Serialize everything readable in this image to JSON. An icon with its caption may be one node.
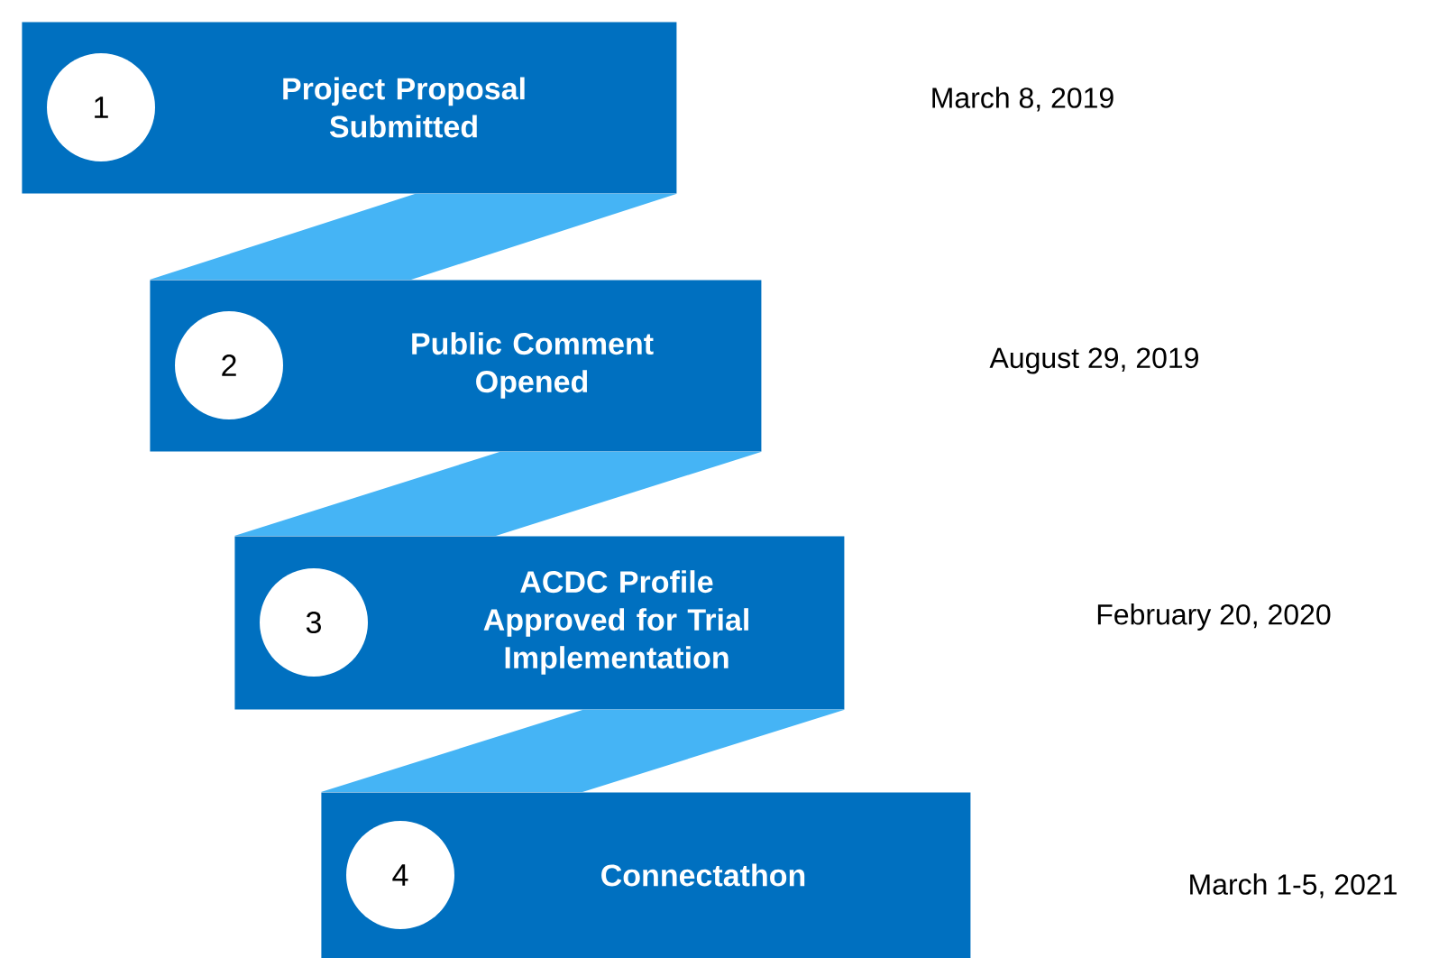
{
  "diagram": {
    "nodes": [
      {
        "text": [
          "1",
          "Project Proposal Submitted"
        ]
      },
      {
        "text": [
          "2",
          "Public Comment Opened"
        ]
      },
      {
        "text": [
          "3",
          "ACDC Profile Approved for Trial Implementation"
        ]
      },
      {
        "text": [
          "4",
          "Connectathon"
        ]
      }
    ],
    "edges": [
      {
        "from": 0,
        "to": 1,
        "arrow": "none"
      },
      {
        "from": 1,
        "to": 2,
        "arrow": "none"
      },
      {
        "from": 2,
        "to": 3,
        "arrow": "none"
      }
    ],
    "labels": [
      "March 8, 2019",
      "August 29, 2019",
      "February 20, 2020",
      "March 1-5, 2021"
    ]
  }
}
